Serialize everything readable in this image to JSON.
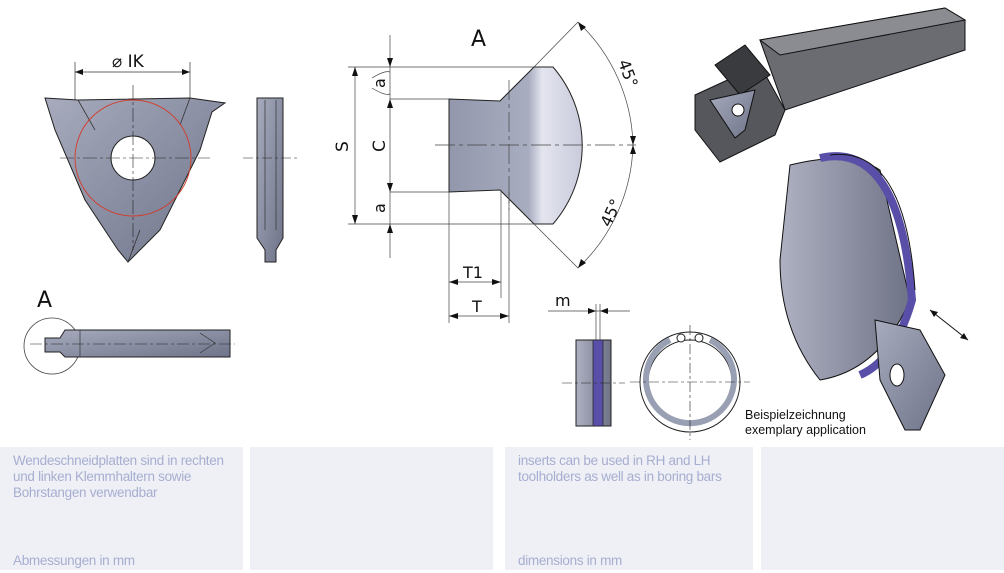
{
  "drawing": {
    "insert_top_view": {
      "diameter_label": "⌀ IK"
    },
    "view_a_label": "A",
    "section": {
      "title": "A",
      "labels": {
        "s": "S",
        "c": "C",
        "a_top": "a",
        "a_bottom": "a",
        "angle_top": "45°",
        "angle_bottom": "45°",
        "t1": "T1",
        "t": "T",
        "m": "m"
      }
    },
    "caption": {
      "de": "Beispielzeichnung",
      "en": "exemplary application"
    },
    "colors": {
      "insert": "#8b90a6",
      "holder": "#55575c",
      "groove": "#5a4fa8",
      "circle": "#d33b2a"
    }
  },
  "panels": [
    {
      "text": "Wendeschneidplatten sind in rechten und linken Klemmhaltern sowie Bohrstangen verwendbar",
      "footer": "Abmessungen in mm"
    },
    {
      "text": "",
      "footer": ""
    },
    {
      "text": "inserts can be used in RH and LH toolholders as well as in boring bars",
      "footer": "dimensions in mm"
    },
    {
      "text": "",
      "footer": ""
    }
  ]
}
